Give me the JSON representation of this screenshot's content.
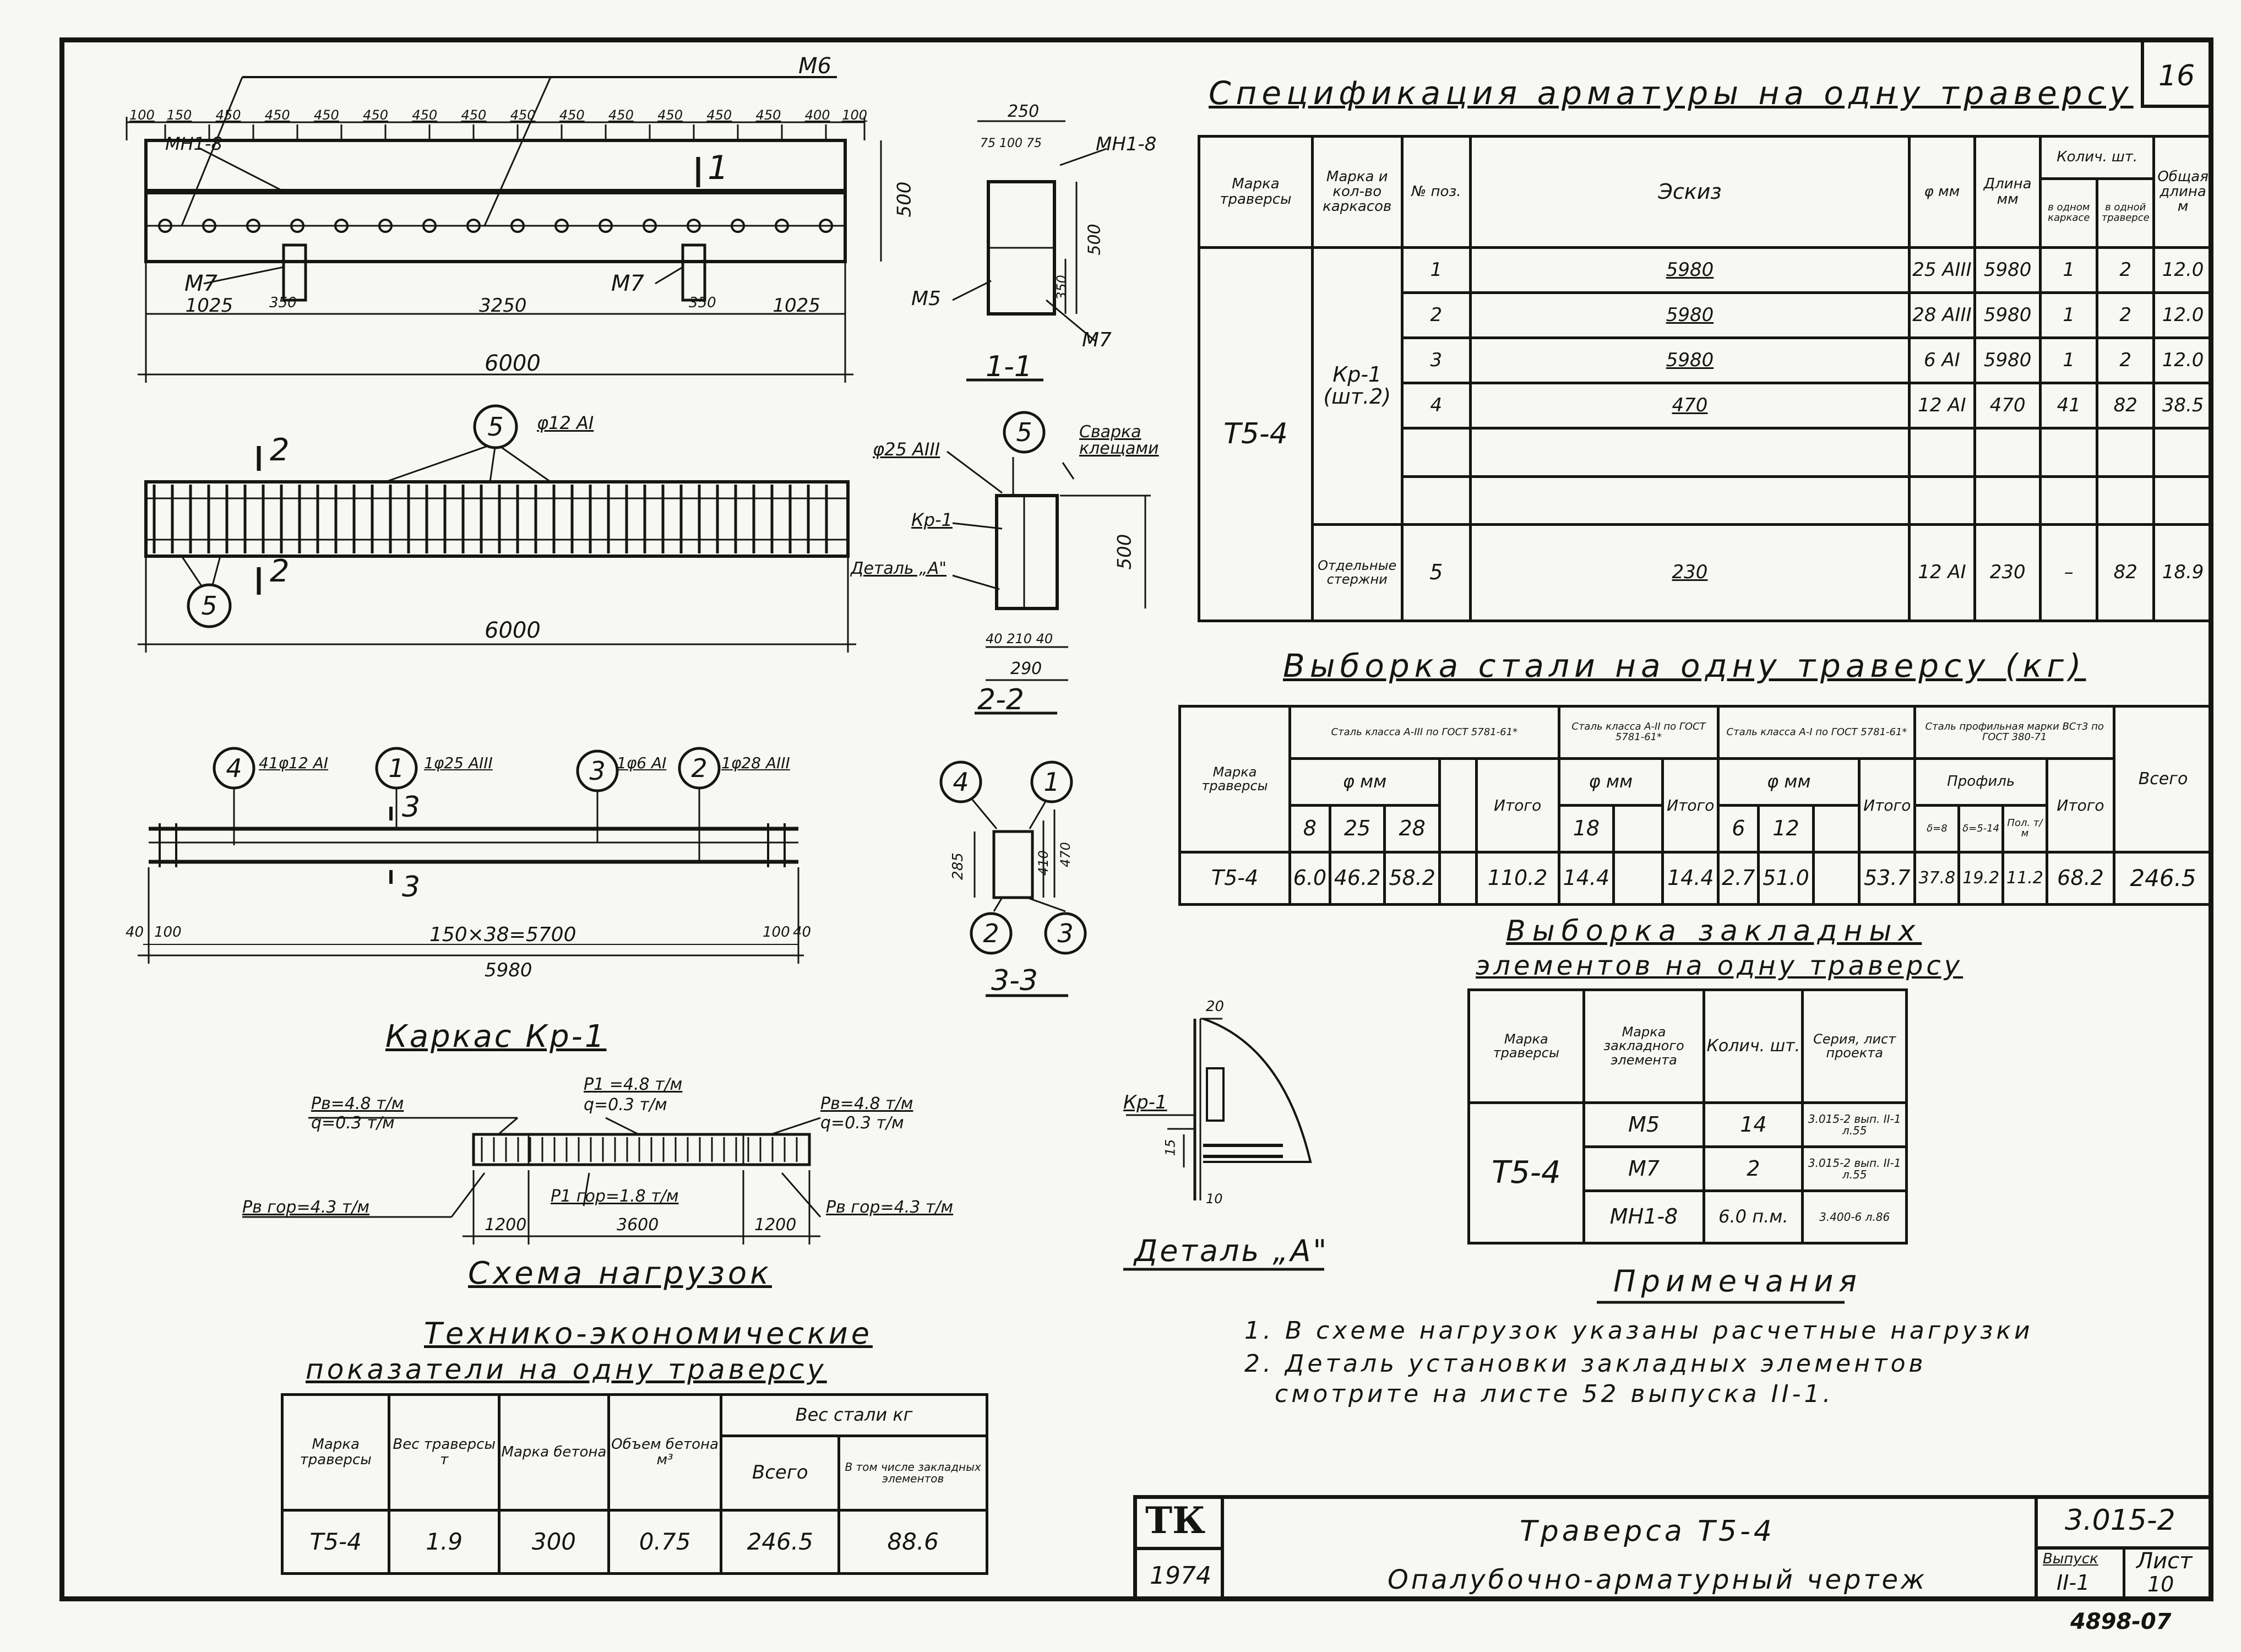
{
  "sheet_number": "16",
  "stamp": "4898-07",
  "elevation_main": {
    "spacings": [
      "100",
      "150",
      "450",
      "450",
      "450",
      "450",
      "450",
      "450",
      "450",
      "450",
      "450",
      "450",
      "450",
      "450",
      "400",
      "100"
    ],
    "dims": [
      "1025",
      "350",
      "3250",
      "350",
      "1025"
    ],
    "overall": "6000",
    "height": "500",
    "labels": {
      "m6": "М6",
      "mn18": "МН1-8",
      "m7a": "М7",
      "m7b": "М7",
      "section_mark": "1"
    }
  },
  "section_11": {
    "title": "1-1",
    "dims": [
      "250",
      "75",
      "100",
      "75",
      "500",
      "350",
      "250"
    ],
    "labels": {
      "mn18": "МН1-8",
      "m5": "М5",
      "m7": "М7"
    }
  },
  "plan": {
    "mark": "2",
    "rebar_callout": "φ12 АI",
    "pos_label": "5",
    "length": "6000"
  },
  "section_22": {
    "title": "2-2",
    "labels": {
      "rebar": "φ25 АIII",
      "pos": "5",
      "weld": "Сварка клещами",
      "kr": "Кр-1",
      "detail": "Деталь „А\""
    },
    "dims": [
      "500",
      "40",
      "210",
      "40",
      "290"
    ]
  },
  "frame_kr1": {
    "title": "Каркас Кр-1",
    "callouts": [
      {
        "pos": "4",
        "text": "41φ12 АI"
      },
      {
        "pos": "1",
        "text": "1φ25 АIII"
      },
      {
        "pos": "3",
        "text": "1φ6 АI"
      },
      {
        "pos": "2",
        "text": "1φ28 АIII"
      }
    ],
    "section_mark": "3",
    "dims": [
      "40",
      "100",
      "150×38=5700",
      "100",
      "40"
    ],
    "overall": "5980"
  },
  "section_33": {
    "title": "3-3",
    "dims": [
      "285",
      "410",
      "470"
    ],
    "positions": [
      "4",
      "1",
      "2",
      "3"
    ]
  },
  "loads": {
    "title": "Схема нагрузок",
    "left_p": "Pв=4.8 т/м",
    "left_q": "q=0.3 т/м",
    "mid_p": "P1 =4.8 т/м",
    "mid_q": "q=0.3 т/м",
    "right_p": "Pв=4.8 т/м",
    "right_q": "q=0.3 т/м",
    "left_hor": "Pв гор=4.3 т/м",
    "mid_hor": "P1 гор=1.8 т/м",
    "right_hor": "Pв гор=4.3 т/м",
    "dims": [
      "1200",
      "3600",
      "1200"
    ]
  },
  "detail_a": {
    "title": "Деталь „А\"",
    "label": "Кр-1",
    "dims": [
      "20",
      "15",
      "10"
    ]
  },
  "spec": {
    "title": "Спецификация арматуры на одну траверсу",
    "headers": {
      "mark": "Марка траверсы",
      "frame": "Марка и кол-во каркасов",
      "pos": "№ поз.",
      "sketch": "Эскиз",
      "dia": "φ мм",
      "len": "Длина мм",
      "qty": "Колич. шт.",
      "qty_one": "в одном каркасе",
      "qty_all": "в одной траверсе",
      "total": "Общая длина м"
    },
    "mark": "Т5-4",
    "frame": "Кр-1 (шт.2)",
    "rows": [
      {
        "pos": "1",
        "sketch": "5980",
        "dia": "25 АIII",
        "len": "5980",
        "one": "1",
        "all": "2",
        "total": "12.0"
      },
      {
        "pos": "2",
        "sketch": "5980",
        "dia": "28 АIII",
        "len": "5980",
        "one": "1",
        "all": "2",
        "total": "12.0"
      },
      {
        "pos": "3",
        "sketch": "5980",
        "dia": "6 АI",
        "len": "5980",
        "one": "1",
        "all": "2",
        "total": "12.0"
      },
      {
        "pos": "4",
        "sketch": "470",
        "dia": "12 АI",
        "len": "470",
        "one": "41",
        "all": "82",
        "total": "38.5"
      }
    ],
    "sep_label": "Отдельные стержни",
    "sep_row": {
      "pos": "5",
      "sketch": "230",
      "dia": "12 АI",
      "len": "230",
      "one": "–",
      "all": "82",
      "total": "18.9"
    }
  },
  "steel": {
    "title": "Выборка стали на одну траверсу (кг)",
    "headers": {
      "mark": "Марка траверсы",
      "a3": "Сталь класса А-III по ГОСТ 5781-61*",
      "a2": "Сталь класса А-II по ГОСТ 5781-61*",
      "a1": "Сталь класса А-I по ГОСТ 5781-61*",
      "prof": "Сталь профильная марки ВСт3 по ГОСТ 380-71",
      "dia": "φ мм",
      "profile": "Профиль",
      "total": "Итого",
      "all": "Всего"
    },
    "a3_dias": [
      "8",
      "25",
      "28"
    ],
    "a2_dias": [
      "18"
    ],
    "a1_dias": [
      "6",
      "12"
    ],
    "prof_cols": [
      "δ=8",
      "δ=5-14",
      "Пол. т/м"
    ],
    "row": {
      "mark": "Т5-4",
      "a3": [
        "6.0",
        "46.2",
        "58.2"
      ],
      "a3_total": "110.2",
      "a2": [
        "14.4"
      ],
      "a2_total": "14.4",
      "a1": [
        "2.7",
        "51.0"
      ],
      "a1_total": "53.7",
      "prof": [
        "37.8",
        "19.2",
        "11.2"
      ],
      "prof_total": "68.2",
      "all": "246.5"
    }
  },
  "embedded": {
    "title1": "Выборка закладных",
    "title2": "элементов на одну траверсу",
    "headers": {
      "mark": "Марка траверсы",
      "el": "Марка закладного элемента",
      "qty": "Колич. шт.",
      "series": "Серия, лист проекта"
    },
    "mark": "Т5-4",
    "rows": [
      {
        "el": "М5",
        "qty": "14",
        "series": "3.015-2 вып. II-1 л.55"
      },
      {
        "el": "М7",
        "qty": "2",
        "series": "3.015-2 вып. II-1 л.55"
      },
      {
        "el": "МН1-8",
        "qty": "6.0 п.м.",
        "series": "3.400-6 л.86"
      }
    ]
  },
  "notes": {
    "title": "Примечания",
    "items": [
      "1. В схеме нагрузок указаны расчетные нагрузки",
      "2. Деталь установки закладных элементов",
      "смотрите на листе 52 выпуска II-1."
    ]
  },
  "tech": {
    "title1": "Технико-экономические",
    "title2": "показатели на одну траверсу",
    "headers": {
      "mark": "Марка траверсы",
      "weight": "Вес траверсы т",
      "concrete": "Марка бетона",
      "volume": "Объем бетона м³",
      "steel": "Вес стали кг",
      "all": "Всего",
      "incl": "В том числе закладных элементов"
    },
    "row": {
      "mark": "Т5-4",
      "weight": "1.9",
      "concrete": "300",
      "volume": "0.75",
      "all": "246.5",
      "incl": "88.6"
    }
  },
  "title_block": {
    "logo": "ТК",
    "year": "1974",
    "line1": "Траверса Т5-4",
    "line2": "Опалубочно-арматурный чертеж",
    "series": "3.015-2",
    "issue_label": "Выпуск",
    "issue": "II-1",
    "sheet_label": "Лист",
    "sheet": "10"
  }
}
